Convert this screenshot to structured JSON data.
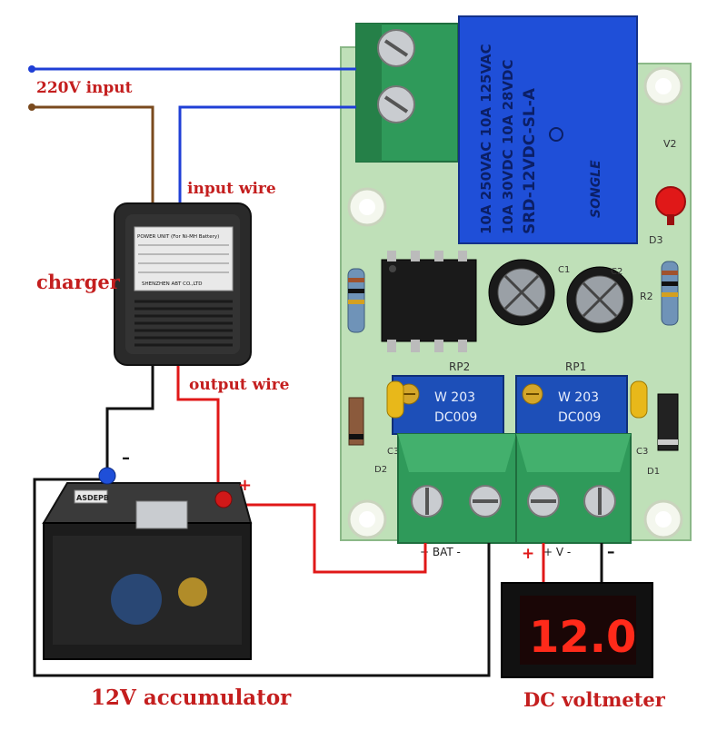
{
  "labels": {
    "input": "220V input",
    "input_wire": "input wire",
    "charger": "charger",
    "output_wire": "output wire",
    "accumulator": "12V accumulator",
    "voltmeter": "DC voltmeter"
  },
  "polarity": {
    "battery_minus": "–",
    "battery_plus": "+",
    "meter_plus": "+",
    "meter_minus": "–"
  },
  "relay": {
    "line1": "10A 250VAC 10A 125VAC",
    "line2": "10A 30VDC 10A 28VDC",
    "line3": "SRD-12VDC-SL-A",
    "brand": "SONGLE"
  },
  "pots": {
    "rp2_label": "RP2",
    "rp1_label": "RP1",
    "code": "W 203",
    "model": "DC009"
  },
  "board_marks": {
    "d3": "D3",
    "r2": "R2",
    "v2": "V2",
    "c1": "C1",
    "c2": "C2",
    "c3": "C3",
    "d1": "D1",
    "d2": "D2",
    "bat": "+ BAT -",
    "v": "+ V -"
  },
  "charger_plate": {
    "title": "POWER UNIT (For Ni-MH Battery)",
    "maker": "SHENZHEN ABT CO.,LTD"
  },
  "battery": {
    "brand": "ASDEPB"
  },
  "voltmeter": {
    "reading": "12.0"
  },
  "colors": {
    "label": "#c41e1e",
    "wire_blue": "#1f3fd6",
    "wire_brown": "#7a4a1e",
    "wire_red": "#e01818",
    "wire_black": "#111111",
    "pcb": "#bfe0b8",
    "terminal": "#2f9a5a",
    "relay": "#1f4fd8",
    "pot": "#1d4fb8",
    "led_digits": "#ff2a1a"
  }
}
